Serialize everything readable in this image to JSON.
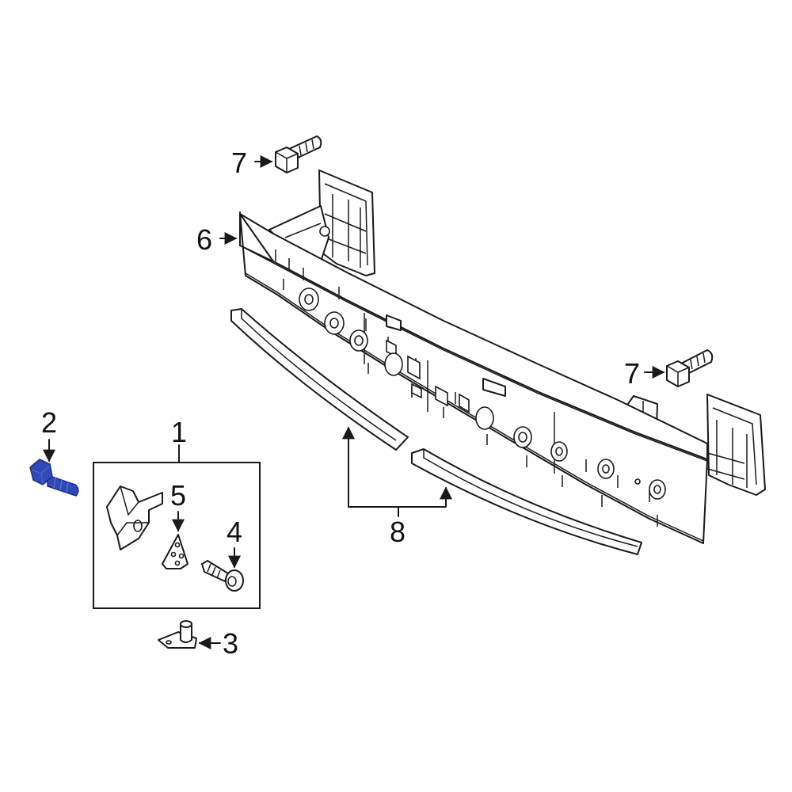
{
  "callouts": {
    "c1": "1",
    "c2": "2",
    "c3": "3",
    "c4": "4",
    "c5": "5",
    "c6": "6",
    "c7a": "7",
    "c7b": "7",
    "c8": "8"
  },
  "colors": {
    "line": "#1a1a1a",
    "highlight_fill": "#2f49b6",
    "highlight_stroke": "#1c2a8a",
    "background": "#ffffff"
  },
  "highlighted_part": "2"
}
